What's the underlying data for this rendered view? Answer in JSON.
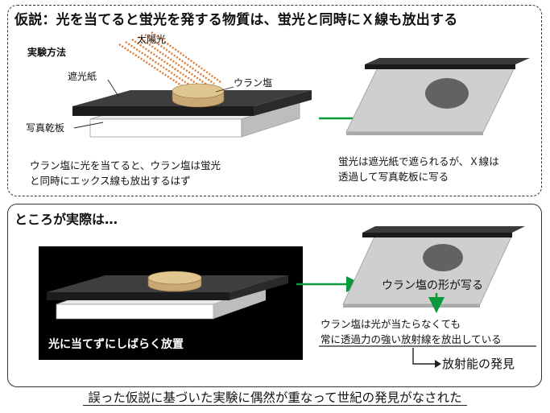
{
  "hypothesis_title": "仮説：光を当てると蛍光を発する物質は、蛍光と同時にＸ線も放出する",
  "experiment_method": "実験方法",
  "sunlight": "太陽光",
  "light_shield_paper": "遮光紙",
  "uranium_salt": "ウラン塩",
  "photo_plate": "写真乾板",
  "hypothesis_caption": [
    "ウラン塩に光を当てると、ウラン塩は蛍光",
    "と同時にエックス線も放出するはず"
  ],
  "hypothesis_result": [
    "蛍光は遮光紙で遮られるが、Ｘ線は",
    "透過して写真乾板に写る"
  ],
  "reality_title": "ところが実際は…",
  "left_in_dark": "光に当てずにしばらく放置",
  "shape_imaged": "ウラン塩の形が写る",
  "reality_result": [
    "ウラン塩は光が当たらなくても",
    "常に透過力の強い放射線を放出している"
  ],
  "discovery": "放射能の発見",
  "footer": "誤った仮説に基づいた実験に偶然が重なって世紀の発見がなされた"
}
